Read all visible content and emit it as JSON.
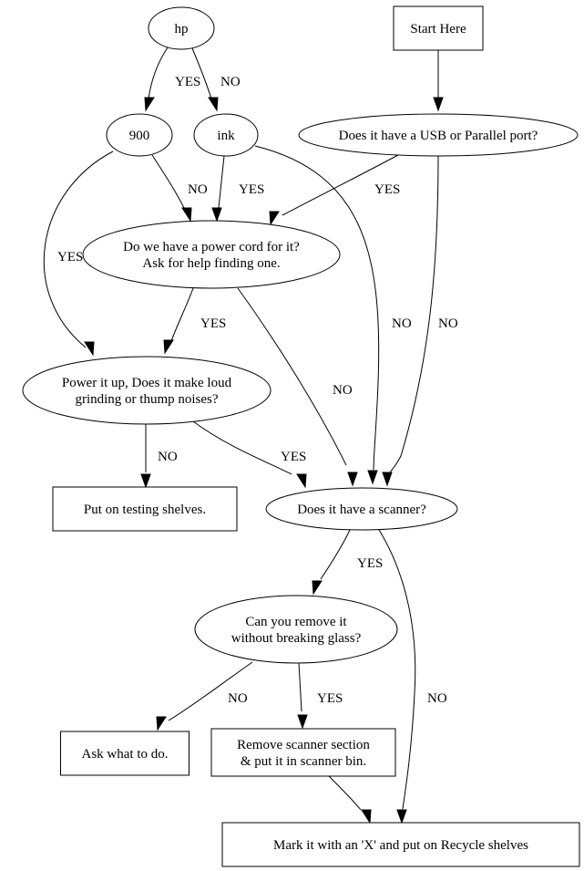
{
  "diagram": {
    "type": "flowchart",
    "colors": {
      "background": "#ffffff",
      "stroke": "#000000",
      "text": "#000000"
    },
    "nodes": [
      {
        "id": "hp",
        "shape": "ellipse",
        "lines": [
          "hp"
        ]
      },
      {
        "id": "start",
        "shape": "box",
        "lines": [
          "Start Here"
        ]
      },
      {
        "id": "n900",
        "shape": "ellipse",
        "lines": [
          "900"
        ]
      },
      {
        "id": "ink",
        "shape": "ellipse",
        "lines": [
          "ink"
        ]
      },
      {
        "id": "usb",
        "shape": "ellipse",
        "lines": [
          "Does it have a USB or Parallel port?"
        ]
      },
      {
        "id": "cord",
        "shape": "ellipse",
        "lines": [
          "Do we have a power cord for it?",
          "Ask for help finding one."
        ]
      },
      {
        "id": "power",
        "shape": "ellipse",
        "lines": [
          "Power it up, Does it make loud",
          "grinding or thump noises?"
        ]
      },
      {
        "id": "testing",
        "shape": "box",
        "lines": [
          "Put on testing shelves."
        ]
      },
      {
        "id": "scanner",
        "shape": "ellipse",
        "lines": [
          "Does it have a scanner?"
        ]
      },
      {
        "id": "remove",
        "shape": "ellipse",
        "lines": [
          "Can you remove it",
          "without breaking glass?"
        ]
      },
      {
        "id": "ask",
        "shape": "box",
        "lines": [
          "Ask what to do."
        ]
      },
      {
        "id": "bin",
        "shape": "box",
        "lines": [
          "Remove scanner section",
          "& put it in scanner bin."
        ]
      },
      {
        "id": "recycle",
        "shape": "box",
        "lines": [
          "Mark it with an 'X' and put on Recycle shelves"
        ]
      }
    ],
    "edges": [
      {
        "from": "hp",
        "to": "n900",
        "label": "YES"
      },
      {
        "from": "hp",
        "to": "ink",
        "label": "NO"
      },
      {
        "from": "start",
        "to": "usb",
        "label": ""
      },
      {
        "from": "n900",
        "to": "cord",
        "label": "NO"
      },
      {
        "from": "ink",
        "to": "cord",
        "label": "YES"
      },
      {
        "from": "usb",
        "to": "cord",
        "label": "YES"
      },
      {
        "from": "n900",
        "to": "power",
        "label": "YES"
      },
      {
        "from": "ink",
        "to": "scanner",
        "label": "NO"
      },
      {
        "from": "usb",
        "to": "scanner",
        "label": "NO"
      },
      {
        "from": "cord",
        "to": "power",
        "label": "YES"
      },
      {
        "from": "cord",
        "to": "scanner",
        "label": "NO"
      },
      {
        "from": "power",
        "to": "testing",
        "label": "NO"
      },
      {
        "from": "power",
        "to": "scanner",
        "label": "YES"
      },
      {
        "from": "scanner",
        "to": "remove",
        "label": "YES"
      },
      {
        "from": "scanner",
        "to": "recycle",
        "label": "NO"
      },
      {
        "from": "remove",
        "to": "ask",
        "label": "NO"
      },
      {
        "from": "remove",
        "to": "bin",
        "label": "YES"
      },
      {
        "from": "bin",
        "to": "recycle",
        "label": ""
      }
    ]
  }
}
